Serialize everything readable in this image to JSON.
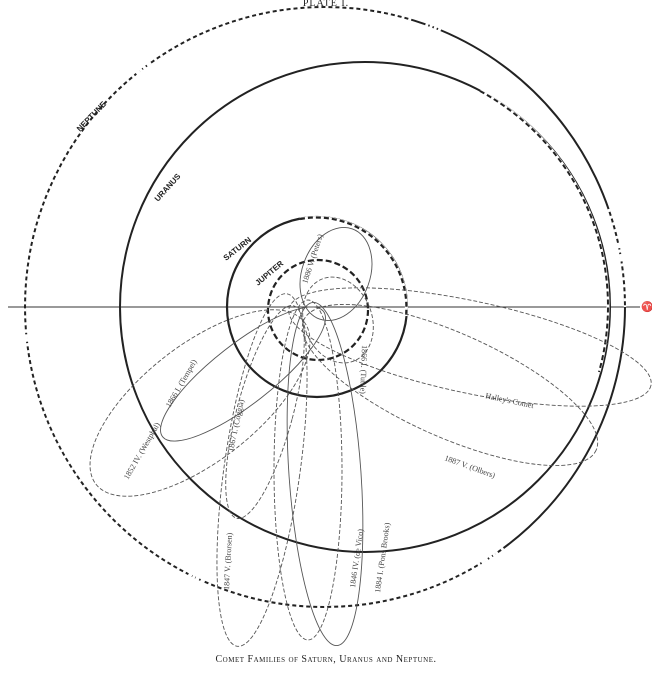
{
  "plate_title": "PLATE I.",
  "caption": "Comet Families of Saturn, Uranus and Neptune.",
  "axis_symbol": "♈",
  "planets": [
    {
      "key": "neptune",
      "label": "NEPTUNE"
    },
    {
      "key": "uranus",
      "label": "URANUS"
    },
    {
      "key": "saturn",
      "label": "SATURN"
    },
    {
      "key": "jupiter",
      "label": "JUPITER"
    }
  ],
  "comets": [
    {
      "key": "tuttle-1866",
      "label": "1866 I. (Tuttle)"
    },
    {
      "key": "tempel-1866",
      "label": "1866 I. (Tempel)"
    },
    {
      "key": "westphal",
      "label": "1852 IV. (Westphal)"
    },
    {
      "key": "coggia",
      "label": "1867 I. (Coggia)"
    },
    {
      "key": "brorsen",
      "label": "1847 V. (Brorsen)"
    },
    {
      "key": "de-vico",
      "label": "1846 IV. (de Vico)"
    },
    {
      "key": "pons-brooks",
      "label": "1884 I. (Pons Brooks)"
    },
    {
      "key": "halley",
      "label": "Halley's Comet"
    },
    {
      "key": "olbers",
      "label": "1887 V. (Olbers)"
    },
    {
      "key": "peters",
      "label": "1886 V. (Peters)"
    }
  ]
}
